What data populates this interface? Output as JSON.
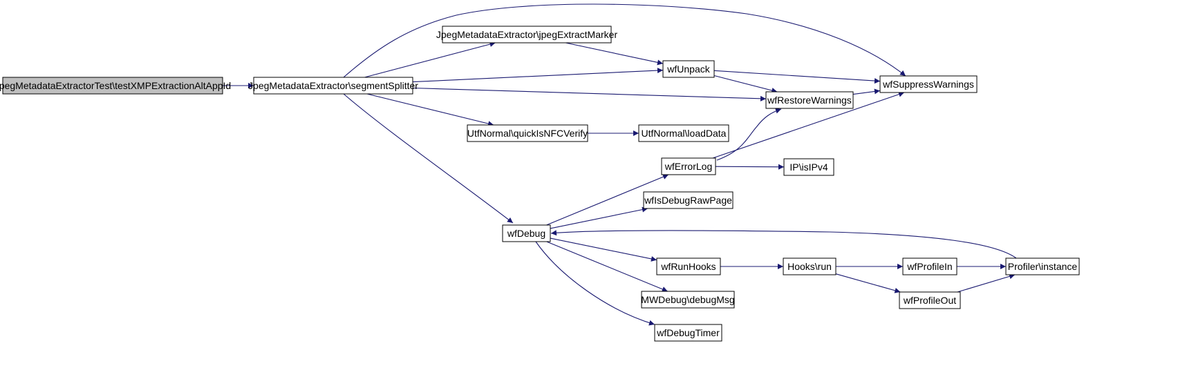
{
  "colors": {
    "edge": "#191970",
    "node_border": "#000000",
    "node_fill": "#ffffff",
    "root_fill": "#bfbfbf"
  },
  "nodes": [
    {
      "id": "root",
      "label": "JpegMetadataExtractorTest\\testXMPExtractionAltAppId",
      "root": true
    },
    {
      "id": "segmentSplitter",
      "label": "JpegMetadataExtractor\\segmentSplitter"
    },
    {
      "id": "jpegExtractMarker",
      "label": "JpegMetadataExtractor\\jpegExtractMarker"
    },
    {
      "id": "wfUnpack",
      "label": "wfUnpack"
    },
    {
      "id": "wfSuppressWarnings",
      "label": "wfSuppressWarnings"
    },
    {
      "id": "wfRestoreWarnings",
      "label": "wfRestoreWarnings"
    },
    {
      "id": "quickIsNFCVerify",
      "label": "UtfNormal\\quickIsNFCVerify"
    },
    {
      "id": "loadData",
      "label": "UtfNormal\\loadData"
    },
    {
      "id": "wfErrorLog",
      "label": "wfErrorLog"
    },
    {
      "id": "isIPv4",
      "label": "IP\\isIPv4"
    },
    {
      "id": "wfIsDebugRawPage",
      "label": "wfIsDebugRawPage"
    },
    {
      "id": "wfDebug",
      "label": "wfDebug"
    },
    {
      "id": "wfRunHooks",
      "label": "wfRunHooks"
    },
    {
      "id": "hooksRun",
      "label": "Hooks\\run"
    },
    {
      "id": "wfProfileIn",
      "label": "wfProfileIn"
    },
    {
      "id": "profilerInstance",
      "label": "Profiler\\instance"
    },
    {
      "id": "wfProfileOut",
      "label": "wfProfileOut"
    },
    {
      "id": "debugMsg",
      "label": "MWDebug\\debugMsg"
    },
    {
      "id": "wfDebugTimer",
      "label": "wfDebugTimer"
    }
  ],
  "edges": [
    {
      "from": "root",
      "to": "segmentSplitter"
    },
    {
      "from": "segmentSplitter",
      "to": "jpegExtractMarker"
    },
    {
      "from": "segmentSplitter",
      "to": "wfUnpack"
    },
    {
      "from": "segmentSplitter",
      "to": "wfSuppressWarnings"
    },
    {
      "from": "segmentSplitter",
      "to": "wfRestoreWarnings"
    },
    {
      "from": "segmentSplitter",
      "to": "quickIsNFCVerify"
    },
    {
      "from": "segmentSplitter",
      "to": "wfDebug"
    },
    {
      "from": "jpegExtractMarker",
      "to": "wfUnpack"
    },
    {
      "from": "wfUnpack",
      "to": "wfSuppressWarnings"
    },
    {
      "from": "wfUnpack",
      "to": "wfRestoreWarnings"
    },
    {
      "from": "wfRestoreWarnings",
      "to": "wfSuppressWarnings"
    },
    {
      "from": "quickIsNFCVerify",
      "to": "loadData"
    },
    {
      "from": "wfErrorLog",
      "to": "wfRestoreWarnings"
    },
    {
      "from": "wfErrorLog",
      "to": "wfSuppressWarnings"
    },
    {
      "from": "wfErrorLog",
      "to": "isIPv4"
    },
    {
      "from": "wfDebug",
      "to": "wfErrorLog"
    },
    {
      "from": "wfDebug",
      "to": "wfIsDebugRawPage"
    },
    {
      "from": "wfDebug",
      "to": "wfRunHooks"
    },
    {
      "from": "wfDebug",
      "to": "debugMsg"
    },
    {
      "from": "wfDebug",
      "to": "wfDebugTimer"
    },
    {
      "from": "wfRunHooks",
      "to": "hooksRun"
    },
    {
      "from": "hooksRun",
      "to": "wfProfileIn"
    },
    {
      "from": "hooksRun",
      "to": "wfProfileOut"
    },
    {
      "from": "wfProfileIn",
      "to": "profilerInstance"
    },
    {
      "from": "wfProfileOut",
      "to": "profilerInstance"
    },
    {
      "from": "profilerInstance",
      "to": "wfDebug"
    }
  ]
}
